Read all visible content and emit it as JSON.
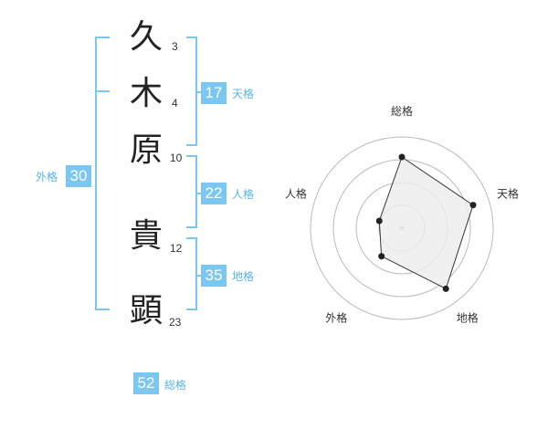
{
  "name": {
    "characters": [
      {
        "char": "久",
        "strokes": "3"
      },
      {
        "char": "木",
        "strokes": "4"
      },
      {
        "char": "原",
        "strokes": "10"
      },
      {
        "char": "貴",
        "strokes": "12"
      },
      {
        "char": "顕",
        "strokes": "23"
      }
    ]
  },
  "fortune": {
    "tenkaku": {
      "value": "17",
      "label": "天格"
    },
    "jinkaku": {
      "value": "22",
      "label": "人格"
    },
    "chikaku": {
      "value": "35",
      "label": "地格"
    },
    "gaikaku": {
      "value": "30",
      "label": "外格"
    },
    "soukaku": {
      "value": "52",
      "label": "総格"
    }
  },
  "chart_data": {
    "type": "radar",
    "axes": [
      "総格",
      "天格",
      "地格",
      "外格",
      "人格"
    ],
    "values": [
      0.78,
      0.82,
      0.82,
      0.38,
      0.26
    ],
    "rings": 4,
    "fill_color": "#ececec",
    "line_color": "#333333",
    "grid_color": "#bbbbbb"
  }
}
